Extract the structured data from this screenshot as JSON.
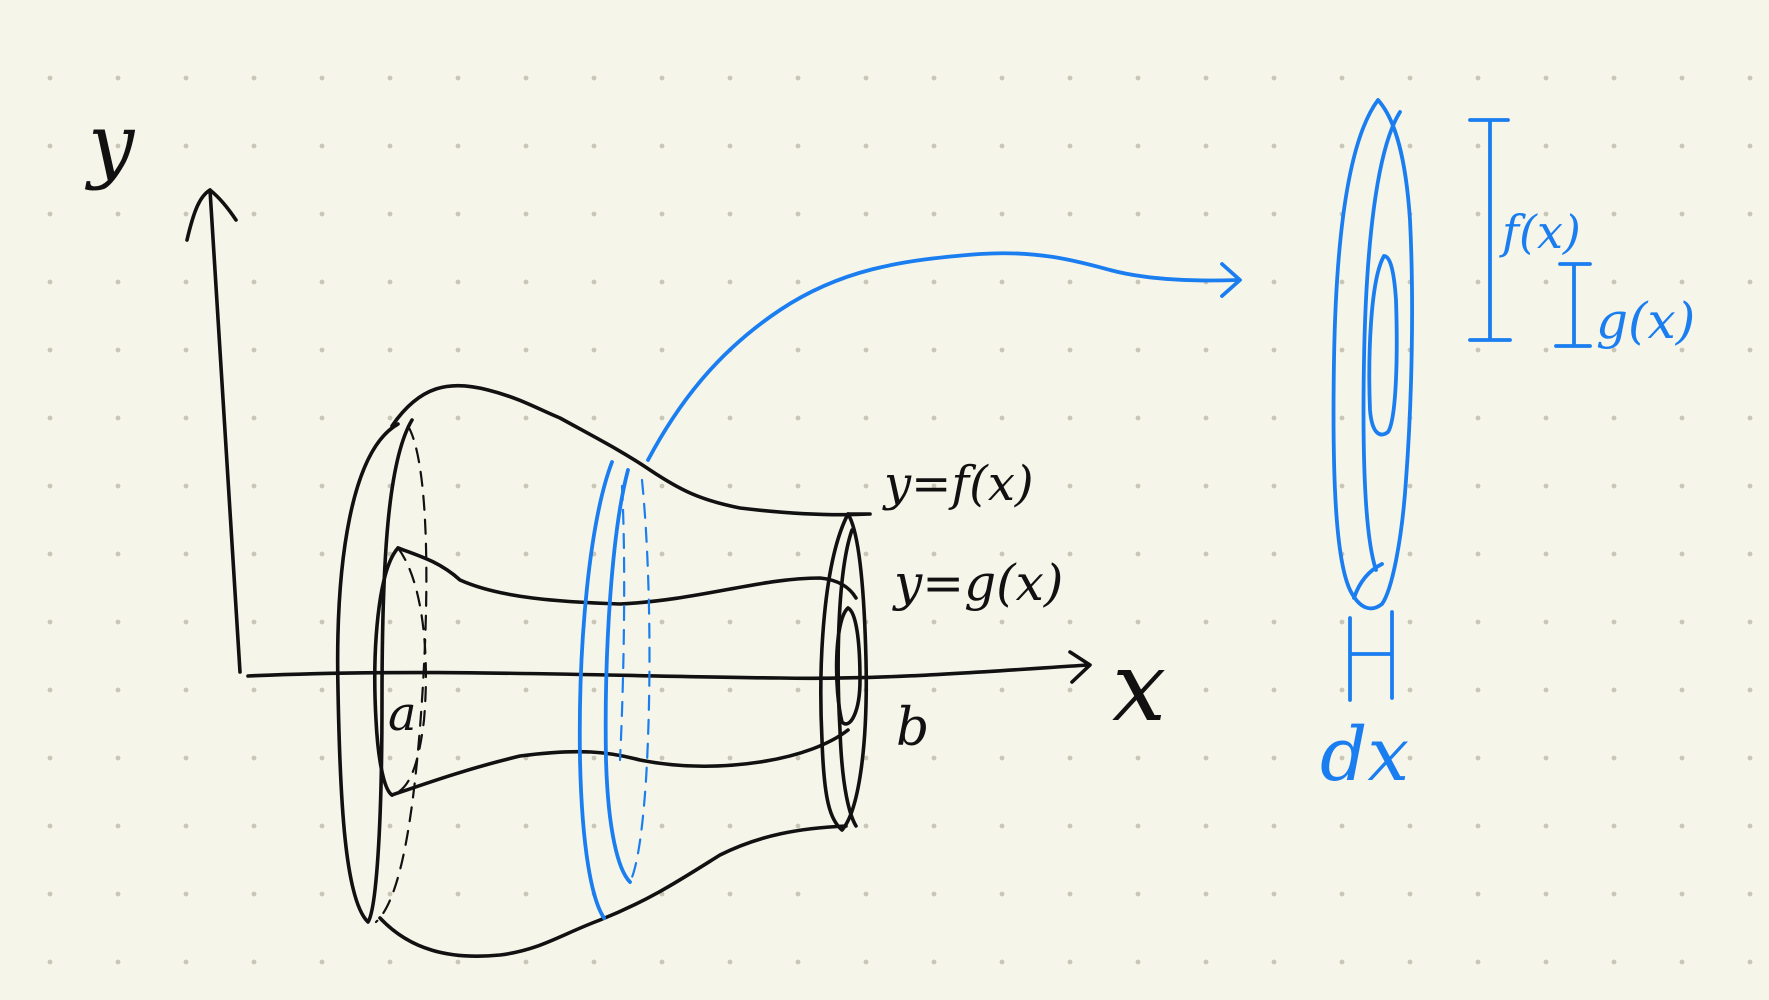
{
  "labels": {
    "y_axis": "y",
    "x_axis": "x",
    "a": "a",
    "b": "b",
    "outer_curve": "y=f(x)",
    "inner_curve": "y=g(x)",
    "outer_radius": "f(x)",
    "inner_radius": "g(x)",
    "thickness": "dx"
  },
  "colors": {
    "background": "#f6f5ea",
    "ink": "#111111",
    "highlight": "#1a7ef0",
    "grid_dot": "#c9c6b6"
  }
}
